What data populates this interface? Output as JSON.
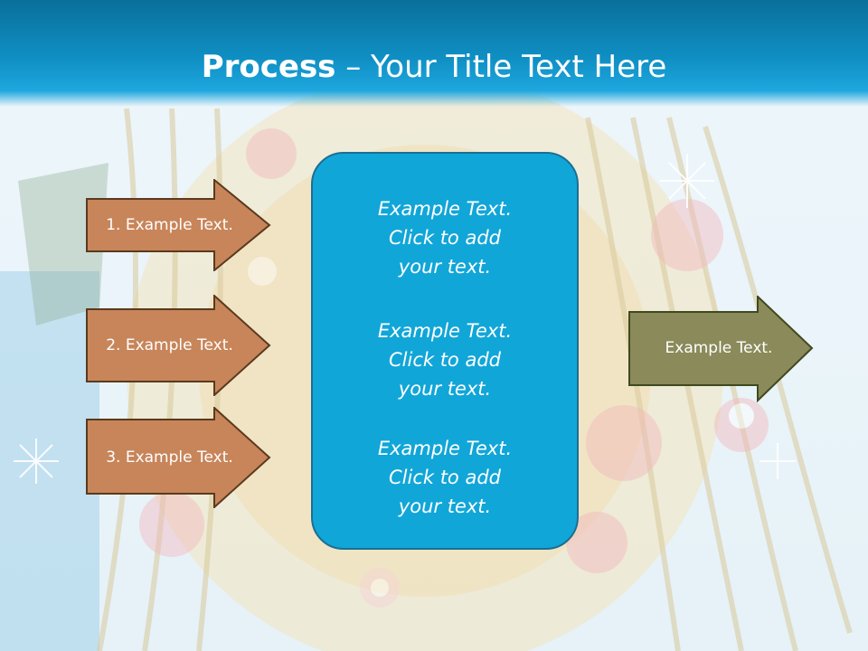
{
  "slide": {
    "title_strong": "Process",
    "title_rest": " – Your Title Text Here"
  },
  "steps": [
    {
      "label": "1. Example Text."
    },
    {
      "label": "2. Example Text."
    },
    {
      "label": "3. Example Text."
    }
  ],
  "center_blocks": [
    {
      "line1": "Example Text.",
      "line2": "Click  to add",
      "line3": "your text."
    },
    {
      "line1": "Example Text.",
      "line2": "Click  to add",
      "line3": "your text."
    },
    {
      "line1": "Example Text.",
      "line2": "Click  to add",
      "line3": "your text."
    }
  ],
  "output": {
    "label": "Example Text."
  },
  "colors": {
    "header": "#0f8fc4",
    "step_fill": "#c8855a",
    "step_stroke": "#5a3a1e",
    "center_fill": "#11a6d8",
    "center_stroke": "#1a6f94",
    "output_fill": "#8b8a5a",
    "output_stroke": "#3f4a1e"
  }
}
